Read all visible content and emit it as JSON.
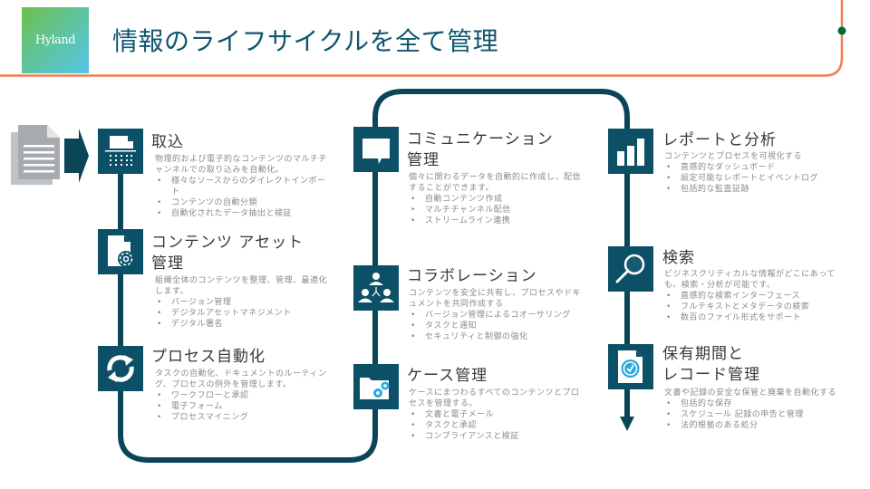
{
  "header": {
    "logo_text": "Hyland",
    "title": "情報のライフサイクルを全て管理"
  },
  "colors": {
    "accent_orange": "#ef7d4f",
    "flow_line": "#0b4558",
    "icon_bg": "#0c5067",
    "title_text": "#0f5670",
    "dot_green": "#00693e"
  },
  "stages": [
    {
      "id": "capture",
      "icon": "scanner-icon",
      "title_lines": [
        "取込"
      ],
      "description": "物理的および電子的なコンテンツのマルチチャンネルでの取り込みを自動化。",
      "bullets": [
        "様々なソースからのダイレクトインポート",
        "コンテンツの自動分類",
        "自動化されたデータ抽出と検証"
      ]
    },
    {
      "id": "content-asset",
      "icon": "document-gear-icon",
      "title_lines": [
        "コンテンツ アセット",
        "管理"
      ],
      "description": "組織全体のコンテンツを整理、管理、最適化します。",
      "bullets": [
        "バージョン管理",
        "デジタルアセットマネジメント",
        "デジタル署名"
      ]
    },
    {
      "id": "process-automation",
      "icon": "refresh-cycle-icon",
      "title_lines": [
        "プロセス自動化"
      ],
      "description": "タスクの自動化、ドキュメントのルーティング、プロセスの例外を管理します。",
      "bullets": [
        "ワークフローと承認",
        "電子フォーム",
        "プロセスマイニング"
      ]
    },
    {
      "id": "communication",
      "icon": "speech-bubble-icon",
      "title_lines": [
        "コミュニケーション",
        "管理"
      ],
      "description": "個々に関わるデータを自動的に作成し、配信することができます。",
      "bullets": [
        "自動コンテンツ作成",
        "マルチチャンネル配信",
        "ストリームライン連携"
      ]
    },
    {
      "id": "collaboration",
      "icon": "people-network-icon",
      "title_lines": [
        "コラボレーション"
      ],
      "description": "コンテンツを安全に共有し、プロセスやドキュメントを共同作成する",
      "bullets": [
        "バージョン管理によるコオーサリング",
        "タスクと通知",
        "セキュリティと制御の強化"
      ]
    },
    {
      "id": "case-management",
      "icon": "folder-gears-icon",
      "title_lines": [
        "ケース管理"
      ],
      "description": "ケースにまつわるすべてのコンテンツとプロセスを管理する。",
      "bullets": [
        "文書と電子メール",
        "タスクと承認",
        "コンプライアンスと検証"
      ]
    },
    {
      "id": "reporting",
      "icon": "bar-chart-icon",
      "title_lines": [
        "レポートと分析"
      ],
      "description": "コンテンツとプロセスを可視化する",
      "bullets": [
        "直感的なダッシュボード",
        "設定可能なレポートとイベントログ",
        "包括的な監査証跡"
      ]
    },
    {
      "id": "search",
      "icon": "magnifier-icon",
      "title_lines": [
        "検索"
      ],
      "description": "ビジネスクリティカルな情報がどこにあっても、検索・分析が可能です。",
      "bullets": [
        "直感的な検索インターフェース",
        "フルテキストとメタデータの検索",
        "数百のファイル形式をサポート"
      ]
    },
    {
      "id": "retention",
      "icon": "document-badge-icon",
      "title_lines": [
        "保有期間と",
        "レコード管理"
      ],
      "description": "文書や記録の安全な保管と廃棄を自動化する",
      "bullets": [
        "包括的な保存",
        "スケジュール 記録の申告と管理",
        "法的根拠のある処分"
      ]
    }
  ]
}
